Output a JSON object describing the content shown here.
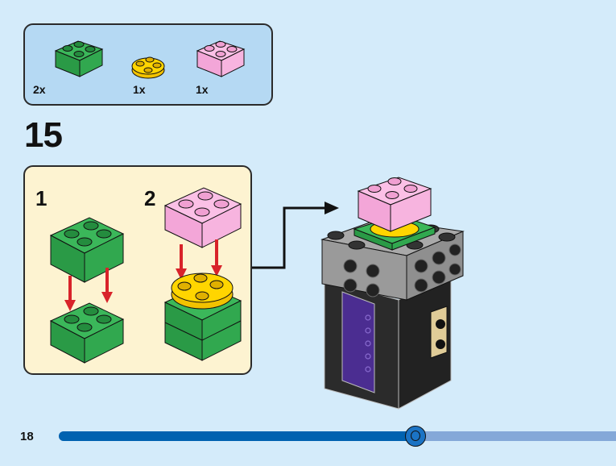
{
  "parts_list": {
    "items": [
      {
        "name": "2x2 brick",
        "color": "#2ea84a",
        "quantity": "2x"
      },
      {
        "name": "2x2 round plate",
        "color": "#ffd500",
        "quantity": "1x"
      },
      {
        "name": "2x2 brick",
        "color": "#f7a8dc",
        "quantity": "1x"
      }
    ]
  },
  "step": {
    "number": "15",
    "substeps": [
      {
        "label": "1"
      },
      {
        "label": "2"
      }
    ]
  },
  "footer": {
    "page_number": "18",
    "progress": 0.64
  },
  "colors": {
    "background": "#d4ebfa",
    "parts_box": "#b5d9f3",
    "substep_box": "#fdf3d1",
    "arrow": "#d8232a",
    "progress_fill": "#0062b0",
    "progress_track": "#84a8d8"
  }
}
